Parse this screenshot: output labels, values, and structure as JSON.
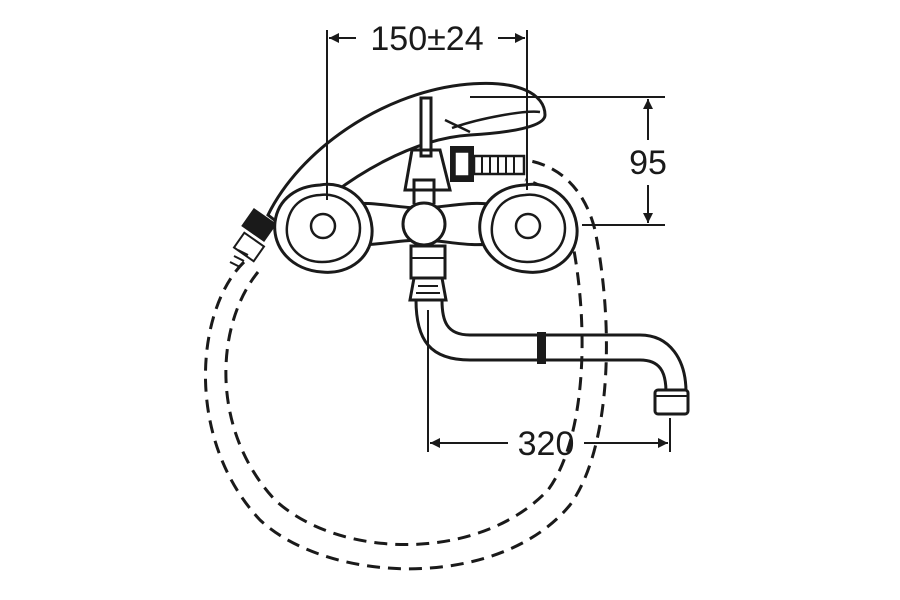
{
  "dimensions": {
    "spacing": "150±24",
    "height": "95",
    "spout_reach": "320"
  },
  "colors": {
    "line": "#1a1a1a",
    "background": "#ffffff"
  }
}
